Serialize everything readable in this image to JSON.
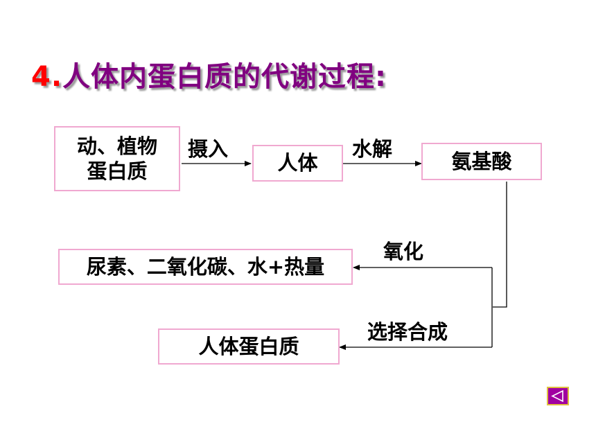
{
  "title": {
    "number": "4.",
    "text": "人体内蛋白质的代谢过程:"
  },
  "nodes": {
    "food_protein": {
      "line1": "动、植物",
      "line2": "蛋白质"
    },
    "human_body": "人体",
    "amino_acids": "氨基酸",
    "oxidation_products": "尿素、二氧化碳、水+热量",
    "body_protein": "人体蛋白质"
  },
  "edges": {
    "intake": "摄入",
    "hydrolysis": "水解",
    "oxidation": "氧化",
    "synthesis": "选择合成"
  },
  "nav": {
    "icon": "triangle-left-icon"
  },
  "colors": {
    "title": "#800080",
    "title_number": "#ff0000",
    "box_border": "#f0a8d0",
    "nav_fill": "#a000a0",
    "nav_border": "#e0c040"
  }
}
